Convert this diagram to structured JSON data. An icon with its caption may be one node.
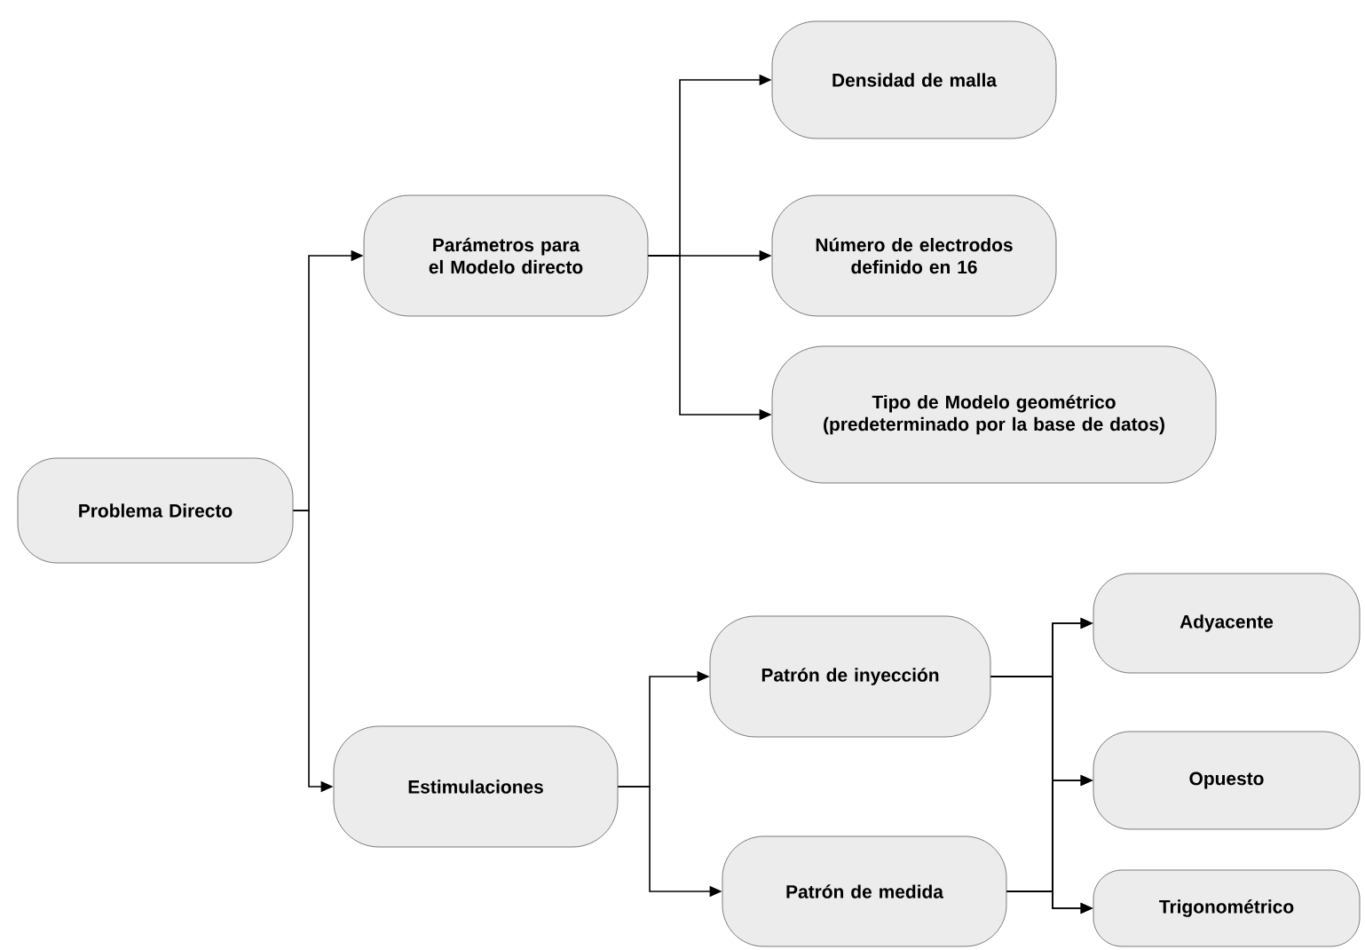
{
  "diagram": {
    "nodes": [
      {
        "text": [
          "Problema Directo"
        ]
      },
      {
        "text": [
          "Parámetros para el Modelo directo"
        ]
      },
      {
        "text": [
          "Densidad de malla"
        ]
      },
      {
        "text": [
          "Número de electrodos definido en 16"
        ]
      },
      {
        "text": [
          "Tipo de Modelo geométrico (predeterminado por la base de datos)"
        ]
      },
      {
        "text": [
          "Estimulaciones"
        ]
      },
      {
        "text": [
          "Patrón de inyección"
        ]
      },
      {
        "text": [
          "Patrón de medida"
        ]
      },
      {
        "text": [
          "Adyacente"
        ]
      },
      {
        "text": [
          "Opuesto"
        ]
      },
      {
        "text": [
          "Trigonométrico"
        ]
      }
    ],
    "edges": [
      {
        "from": 0,
        "to": 1,
        "arrow": "to"
      },
      {
        "from": 0,
        "to": 5,
        "arrow": "to"
      },
      {
        "from": 1,
        "to": 2,
        "arrow": "to"
      },
      {
        "from": 1,
        "to": 3,
        "arrow": "to"
      },
      {
        "from": 1,
        "to": 4,
        "arrow": "to"
      },
      {
        "from": 5,
        "to": 6,
        "arrow": "to"
      },
      {
        "from": 5,
        "to": 7,
        "arrow": "to"
      },
      {
        "from": 6,
        "to": 8,
        "arrow": "to"
      },
      {
        "from": 6,
        "to": 9,
        "arrow": "to"
      },
      {
        "from": 6,
        "to": 10,
        "arrow": "to"
      },
      {
        "from": 7,
        "to": 8,
        "arrow": "to"
      },
      {
        "from": 7,
        "to": 9,
        "arrow": "to"
      },
      {
        "from": 7,
        "to": 10,
        "arrow": "to"
      }
    ]
  }
}
